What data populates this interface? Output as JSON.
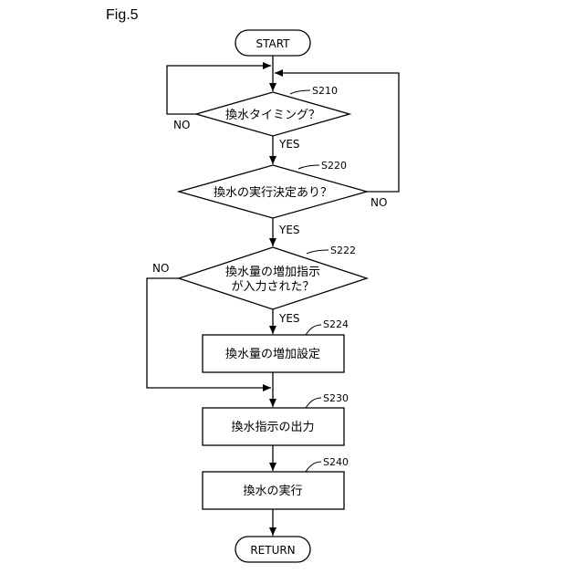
{
  "figure_label": "Fig.5",
  "start": "START",
  "end": "RETURN",
  "steps": [
    {
      "id": "S210",
      "text": "換水タイミング？"
    },
    {
      "id": "S220",
      "text": "換水の実行決定あり？"
    },
    {
      "id": "S222",
      "text_line1": "換水量の増加指示",
      "text_line2": "が入力された？"
    },
    {
      "id": "S224",
      "text": "換水量の増加設定"
    },
    {
      "id": "S230",
      "text": "換水指示の出力"
    },
    {
      "id": "S240",
      "text": "換水の実行"
    }
  ],
  "branches": {
    "yes": "YES",
    "no": "NO"
  }
}
